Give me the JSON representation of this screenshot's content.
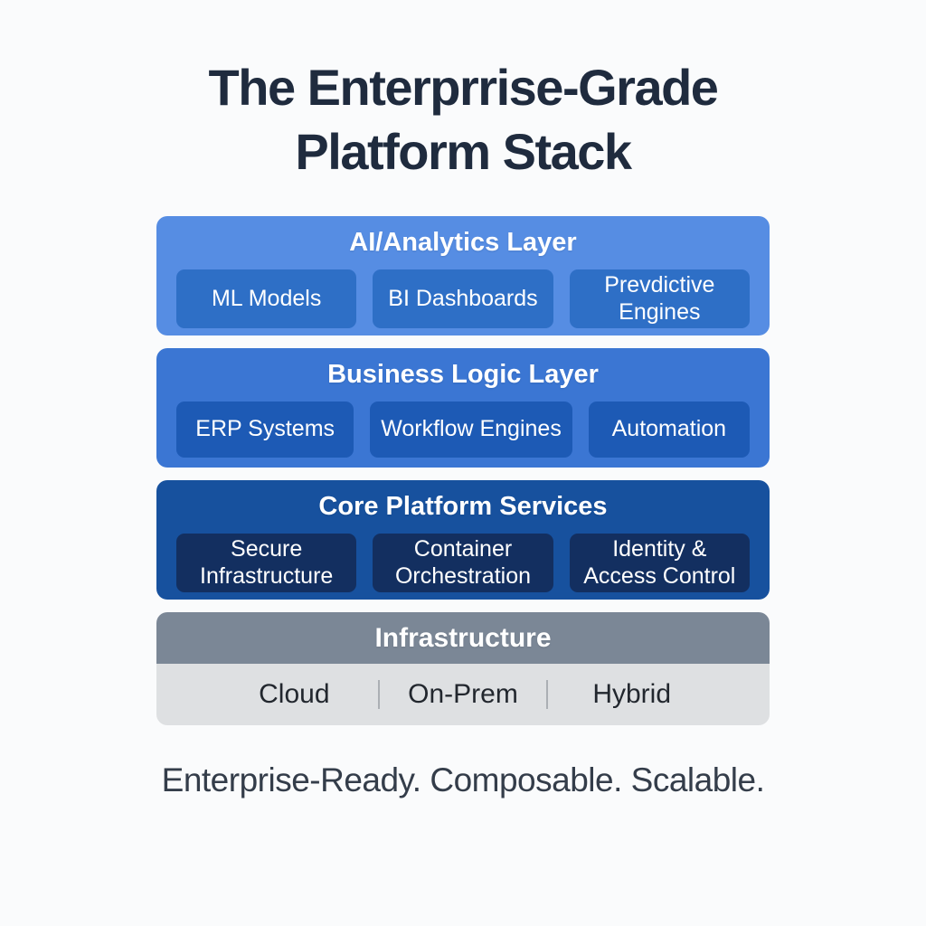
{
  "title": {
    "line1": "The Enterprrise-Grade",
    "line2": "Platform Stack"
  },
  "tagline": "Enterprise-Ready. Composable. Scalable.",
  "colors": {
    "background": "#FAFBFC",
    "title_text": "#1F2B3E",
    "layer_text": "#FFFFFF",
    "ai_layer_bg": "#568DE3",
    "ai_layer_item_bg": "#2E6FC6",
    "business_layer_bg": "#3B76D3",
    "business_layer_item_bg": "#1D5AB5",
    "core_layer_bg": "#17519E",
    "core_layer_item_bg": "#132F60",
    "infrastructure_header_bg": "#7B8796",
    "infrastructure_body_bg": "#DEE0E2",
    "infrastructure_text": "#22272E"
  },
  "layers": [
    {
      "title": "AI/Analytics Layer",
      "items": [
        "ML Models",
        "BI Dashboards",
        "Prevdictive Engines"
      ]
    },
    {
      "title": "Business Logic Layer",
      "items": [
        "ERP Systems",
        "Workflow Engines",
        "Automation"
      ]
    },
    {
      "title": "Core Platform Services",
      "items": [
        "Secure Infrastructure",
        "Container Orchestration",
        "Identity & Access Control"
      ]
    }
  ],
  "infrastructure": {
    "title": "Infrastructure",
    "options": [
      "Cloud",
      "On-Prem",
      "Hybrid"
    ]
  }
}
